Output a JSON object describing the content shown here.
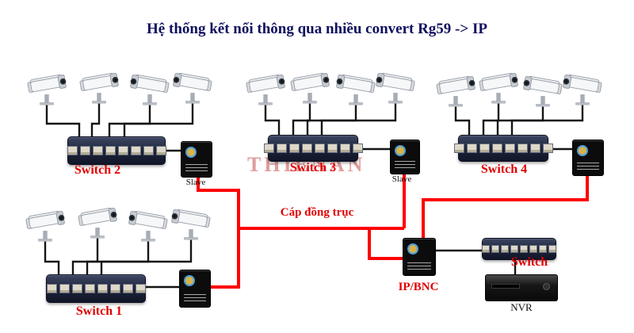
{
  "title": "Hệ thống kết nối thông qua nhiều convert Rg59 -> IP",
  "watermark": "THIENAN",
  "labels": {
    "switch1": "Switch 1",
    "switch2": "Switch 2",
    "switch3": "Switch 3",
    "switch4": "Switch 4",
    "switch_br": "Switch",
    "slave_1": "Slave",
    "slave_2": "Slave",
    "coax_cable": "Cáp đồng trục",
    "ip_bnc": "IP/BNC",
    "nvr": "NVR"
  },
  "colors": {
    "coax_red": "#ff0000",
    "label_red": "#e10000",
    "title_navy": "#10105f",
    "watermark_pink": "#e09c9c",
    "cable_black": "#141414"
  }
}
